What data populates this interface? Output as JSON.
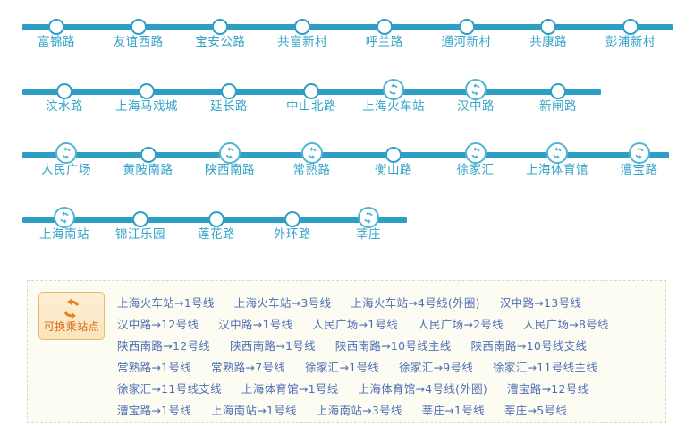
{
  "colors": {
    "line": "#2e9fc4",
    "station_text": "#35a4c9",
    "legend_text": "#4f6fb5",
    "legend_bg": "#fdfcf2",
    "legend_border": "#ded9c4",
    "badge_text": "#d96a16",
    "badge_border": "#e8b86a"
  },
  "map": {
    "rows": [
      {
        "row_id": "row-1",
        "stations": [
          {
            "name": "富锦路",
            "interchange": false
          },
          {
            "name": "友谊西路",
            "interchange": false
          },
          {
            "name": "宝安公路",
            "interchange": false
          },
          {
            "name": "共富新村",
            "interchange": false
          },
          {
            "name": "呼兰路",
            "interchange": false
          },
          {
            "name": "通河新村",
            "interchange": false
          },
          {
            "name": "共康路",
            "interchange": false
          },
          {
            "name": "彭浦新村",
            "interchange": false
          }
        ]
      },
      {
        "row_id": "row-2",
        "stations": [
          {
            "name": "汶水路",
            "interchange": false
          },
          {
            "name": "上海马戏城",
            "interchange": false
          },
          {
            "name": "延长路",
            "interchange": false
          },
          {
            "name": "中山北路",
            "interchange": false
          },
          {
            "name": "上海火车站",
            "interchange": true
          },
          {
            "name": "汉中路",
            "interchange": true
          },
          {
            "name": "新闸路",
            "interchange": false
          }
        ]
      },
      {
        "row_id": "row-3",
        "stations": [
          {
            "name": "人民广场",
            "interchange": true
          },
          {
            "name": "黄陂南路",
            "interchange": false
          },
          {
            "name": "陕西南路",
            "interchange": true
          },
          {
            "name": "常熟路",
            "interchange": true
          },
          {
            "name": "衡山路",
            "interchange": false
          },
          {
            "name": "徐家汇",
            "interchange": true
          },
          {
            "name": "上海体育馆",
            "interchange": true
          },
          {
            "name": "漕宝路",
            "interchange": true
          }
        ]
      },
      {
        "row_id": "row-4",
        "stations": [
          {
            "name": "上海南站",
            "interchange": true
          },
          {
            "name": "锦江乐园",
            "interchange": false
          },
          {
            "name": "莲花路",
            "interchange": false
          },
          {
            "name": "外环路",
            "interchange": false
          },
          {
            "name": "莘庄",
            "interchange": true
          }
        ]
      }
    ]
  },
  "legend": {
    "badge_label": "可换乘站点",
    "badge_icon": "transfer-recycle-icon",
    "lines": [
      [
        "上海火车站→1号线",
        "上海火车站→3号线",
        "上海火车站→4号线(外圈)",
        "汉中路→13号线"
      ],
      [
        "汉中路→12号线",
        "汉中路→1号线",
        "人民广场→1号线",
        "人民广场→2号线",
        "人民广场→8号线"
      ],
      [
        "陕西南路→12号线",
        "陕西南路→1号线",
        "陕西南路→10号线主线",
        "陕西南路→10号线支线"
      ],
      [
        "常熟路→1号线",
        "常熟路→7号线",
        "徐家汇→1号线",
        "徐家汇→9号线",
        "徐家汇→11号线主线"
      ],
      [
        "徐家汇→11号线支线",
        "上海体育馆→1号线",
        "上海体育馆→4号线(外圈)",
        "漕宝路→12号线"
      ],
      [
        "漕宝路→1号线",
        "上海南站→1号线",
        "上海南站→3号线",
        "莘庄→1号线",
        "莘庄→5号线"
      ]
    ]
  }
}
